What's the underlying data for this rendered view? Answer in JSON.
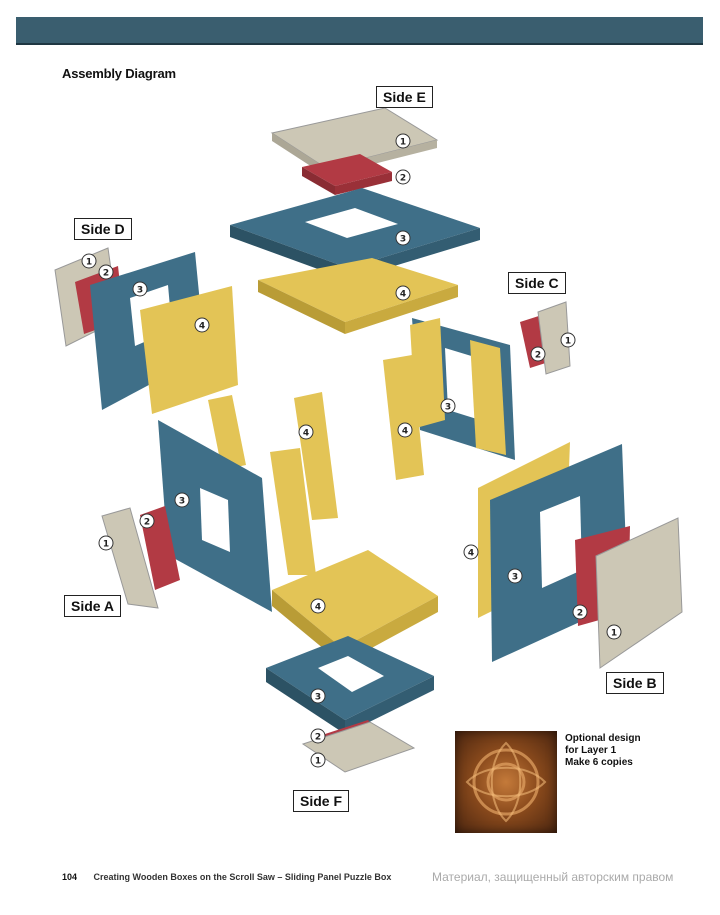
{
  "title": "Assembly Diagram",
  "sides": {
    "e": "Side E",
    "d": "Side D",
    "c": "Side C",
    "a": "Side A",
    "b": "Side B",
    "f": "Side F"
  },
  "layer_numbers": [
    "1",
    "2",
    "3",
    "4"
  ],
  "note": {
    "line1": "Optional design",
    "line2": "for Layer 1",
    "line3": "Make 6 copies"
  },
  "footer": {
    "page_number": "104",
    "book_title": "Creating Wooden Boxes on the Scroll Saw  –  Sliding Panel Puzzle Box"
  },
  "watermark": "Материал, защищенный авторским правом",
  "colors": {
    "header_bar": "#3a5e6f",
    "layer1": "#ccc7b5",
    "layer2": "#b23a44",
    "layer3": "#3f6f88",
    "layer4": "#e3c456"
  }
}
